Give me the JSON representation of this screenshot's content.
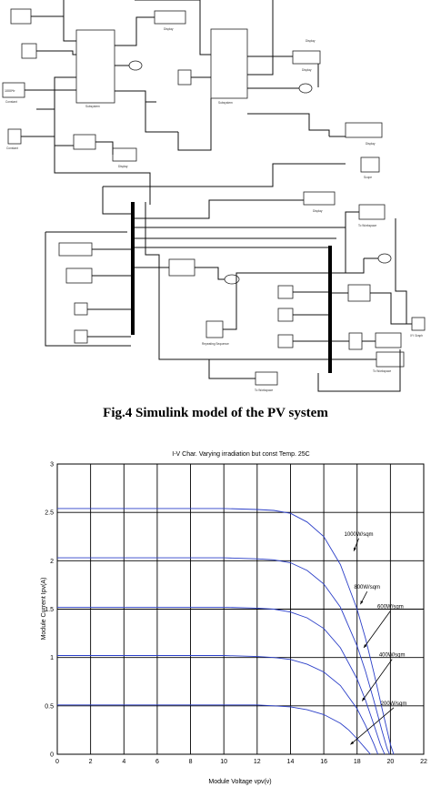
{
  "figure": {
    "caption": "Fig.4 Simulink model of the PV system",
    "blocks": {
      "constant1_value": "1000*Ir",
      "constant1_label": "Constant",
      "constant2_label": "Constant",
      "subsystem1_label": "Subsystem",
      "subsystem2_label": "Subsystem",
      "display1_label": "Display",
      "display2_label": "Display",
      "display3_label": "Display",
      "display4_label": "Display",
      "display5_label": "Display",
      "display6_label": "Display",
      "scope_label": "Scope",
      "workspace1_label": "To Workspace",
      "workspace2_label": "To Workspace",
      "workspace3_label": "To Workspace",
      "repeating_label": "Repeating Sequence",
      "xy_label": "XY Graph"
    }
  },
  "chart_data": {
    "type": "line",
    "title": "I-V Char. Varying irradiation but const Temp. 25C",
    "xlabel": "Module Voltage vpv(v)",
    "ylabel": "Module Current Ipv(A)",
    "xlim": [
      0,
      22
    ],
    "ylim": [
      0,
      3
    ],
    "xticks": [
      0,
      2,
      4,
      6,
      8,
      10,
      12,
      14,
      16,
      18,
      20,
      22
    ],
    "yticks": [
      0,
      0.5,
      1,
      1.5,
      2,
      2.5,
      3
    ],
    "grid": true,
    "series": [
      {
        "name": "1000W/sqm",
        "x": [
          0,
          10,
          12,
          13,
          14,
          15,
          16,
          17,
          18,
          18.5,
          19,
          19.5,
          20,
          20.2
        ],
        "y": [
          2.54,
          2.54,
          2.53,
          2.52,
          2.49,
          2.4,
          2.25,
          1.96,
          1.5,
          1.2,
          0.85,
          0.47,
          0.1,
          0
        ]
      },
      {
        "name": "800W/sqm",
        "x": [
          0,
          10,
          12,
          13,
          14,
          15,
          16,
          17,
          18,
          18.5,
          19,
          19.5,
          19.8,
          19.95
        ],
        "y": [
          2.03,
          2.03,
          2.02,
          2.01,
          1.98,
          1.9,
          1.76,
          1.52,
          1.12,
          0.86,
          0.56,
          0.24,
          0.06,
          0
        ]
      },
      {
        "name": "600W/sqm",
        "x": [
          0,
          10,
          12,
          13,
          14,
          15,
          16,
          17,
          18,
          18.5,
          19,
          19.4,
          19.65
        ],
        "y": [
          1.52,
          1.52,
          1.51,
          1.5,
          1.47,
          1.41,
          1.3,
          1.1,
          0.78,
          0.56,
          0.31,
          0.1,
          0
        ]
      },
      {
        "name": "400W/sqm",
        "x": [
          0,
          10,
          12,
          13,
          14,
          15,
          16,
          17,
          18,
          18.5,
          19,
          19.25
        ],
        "y": [
          1.02,
          1.02,
          1.01,
          1.0,
          0.98,
          0.93,
          0.85,
          0.71,
          0.47,
          0.3,
          0.11,
          0
        ]
      },
      {
        "name": "200W/sqm",
        "x": [
          0,
          10,
          12,
          13,
          14,
          15,
          16,
          17,
          17.5,
          18,
          18.5,
          18.8
        ],
        "y": [
          0.51,
          0.51,
          0.51,
          0.5,
          0.49,
          0.46,
          0.41,
          0.32,
          0.25,
          0.16,
          0.06,
          0
        ]
      }
    ],
    "annotations": [
      {
        "text": "1000W/sqm",
        "at": [
          18.1,
          2.25
        ],
        "arrow_to": [
          17.8,
          2.1
        ]
      },
      {
        "text": "800W/sqm",
        "at": [
          18.6,
          1.7
        ],
        "arrow_to": [
          18.2,
          1.55
        ]
      },
      {
        "text": "600W/sqm",
        "at": [
          20.0,
          1.5
        ],
        "arrow_to": [
          18.4,
          1.1
        ]
      },
      {
        "text": "400W/sqm",
        "at": [
          20.1,
          1.0
        ],
        "arrow_to": [
          18.3,
          0.55
        ]
      },
      {
        "text": "200W/sqm",
        "at": [
          20.2,
          0.5
        ],
        "arrow_to": [
          17.6,
          0.1
        ]
      }
    ]
  }
}
